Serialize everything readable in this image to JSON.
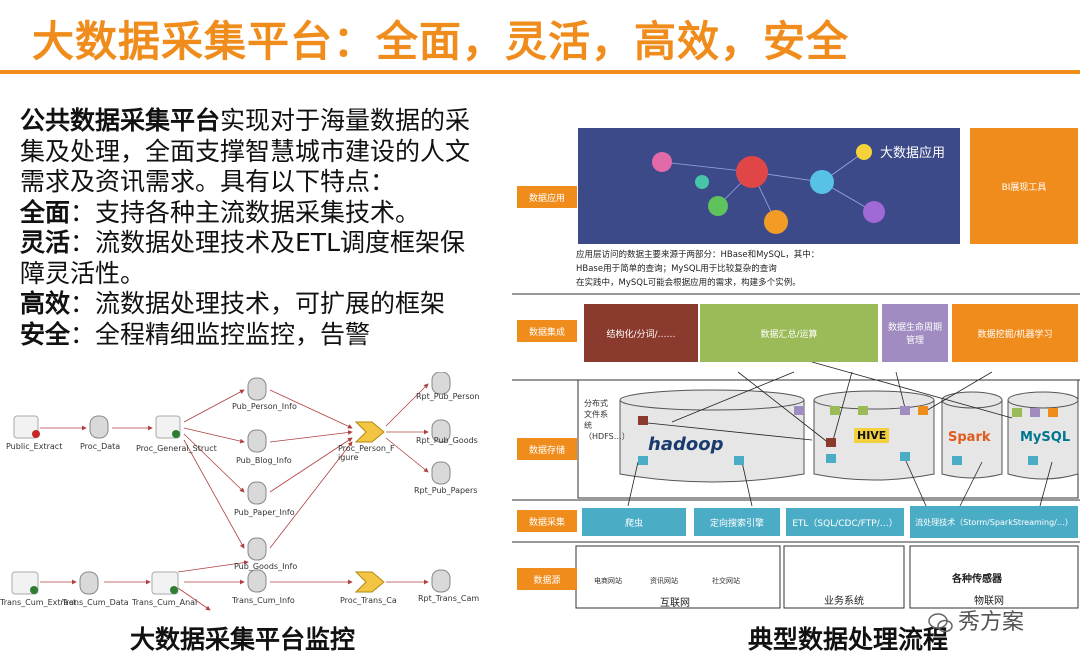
{
  "title": "大数据采集平台：全面，灵活，高效，安全",
  "intro": {
    "lead_bold": "公共数据采集平台",
    "lead_rest": "实现对于海量数据的采集及处理，全面支撑智慧城市建设的人文需求及资讯需求。具有以下特点：",
    "features": [
      {
        "name": "全面",
        "desc": "：支持各种主流数据采集技术。"
      },
      {
        "name": "灵活",
        "desc": "：流数据处理技术及ETL调度框架保障灵活性。"
      },
      {
        "name": "高效",
        "desc": "：流数据处理技术，可扩展的框架"
      },
      {
        "name": "安全",
        "desc": "：全程精细监控监控，告警"
      }
    ]
  },
  "left_caption": "大数据采集平台监控",
  "right_caption": "典型数据处理流程",
  "flow": {
    "nodes": [
      {
        "label": "Public_Extract"
      },
      {
        "label": "Proc_Data"
      },
      {
        "label": "Proc_General_Struct"
      },
      {
        "label": "Pub_Person_Info"
      },
      {
        "label": "Pub_Blog_Info"
      },
      {
        "label": "Pub_Paper_Info"
      },
      {
        "label": "Pub_Goods_Info"
      },
      {
        "label": "Proc_Person_F igure"
      },
      {
        "label": "Rpt_Pub_Person"
      },
      {
        "label": "Rpt_Pub_Goods"
      },
      {
        "label": "Rpt_Pub_Papers"
      },
      {
        "label": "Trans_Cum_Extract"
      },
      {
        "label": "Trans_Cum_Data"
      },
      {
        "label": "Trans_Cum_Anal"
      },
      {
        "label": "Trans_Cum_Info"
      },
      {
        "label": "Proc_Trans_Ca"
      },
      {
        "label": "Rpt_Trans_Cam"
      }
    ]
  },
  "arch": {
    "rows": [
      "数据应用",
      "数据集成",
      "数据存储",
      "数据采集",
      "数据源"
    ],
    "app_label": "大数据应用",
    "bi_label": "BI展现工具",
    "notes": [
      "应用层访问的数据主要来源于两部分：HBase和MySQL，其中：",
      "HBase用于简单的查询；MySQL用于比较复杂的查询",
      "在实践中，MySQL可能会根据应用的需求，构建多个实例。"
    ],
    "integration": [
      "结构化/分词/……",
      "数据汇总/运算",
      "数据生命周期管理",
      "数据挖掘/机器学习"
    ],
    "storage_label": "分布式文件系统（HDFS…）",
    "storage_logos": [
      "hadoop",
      "HIVE",
      "Spark",
      "MySQL"
    ],
    "collect": [
      "爬虫",
      "定向搜索引擎",
      "ETL（SQL/CDC/FTP/…）",
      "流处理技术（Storm/SparkStreaming/…）"
    ],
    "sources": [
      {
        "name": "互联网",
        "items": [
          "电商网站",
          "资讯网站",
          "社交网站"
        ]
      },
      {
        "name": "业务系统",
        "items": []
      },
      {
        "name": "物联网",
        "items": [
          "各种传感器"
        ]
      }
    ]
  },
  "watermark": "秀方案",
  "colors": {
    "accent": "#f08c1c",
    "brown": "#8b3a2e",
    "green": "#9bbb59",
    "purple": "#a08cc0",
    "teal": "#4bacc6",
    "orange": "#f08c1c",
    "navy": "#3c4a8a"
  }
}
